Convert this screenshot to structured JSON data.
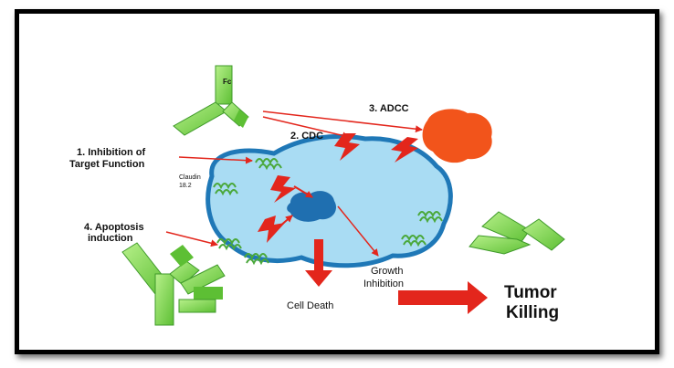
{
  "labels": {
    "fc": "Fc",
    "adcc": "3. ADCC",
    "cdc": "2. CDC",
    "inhibition_line1": "1. Inhibition of",
    "inhibition_line2": "Target Function",
    "claudin_line1": "Claudin",
    "claudin_line2": "18.2",
    "apoptosis_line1": "4. Apoptosis",
    "apoptosis_line2": "induction",
    "cell_death": "Cell Death",
    "growth_line1": "Growth",
    "growth_line2": "Inhibition",
    "tumor_line1": "Tumor",
    "tumor_line2": "Killing"
  },
  "colors": {
    "antibody_green": "#7fd64a",
    "antibody_dark": "#3f9a2a",
    "cell_fill": "#a9dcf3",
    "cell_border": "#1f78b7",
    "nucleus": "#1f6fb0",
    "nk_cell": "#f2541b",
    "arrow_red": "#e3261c"
  }
}
